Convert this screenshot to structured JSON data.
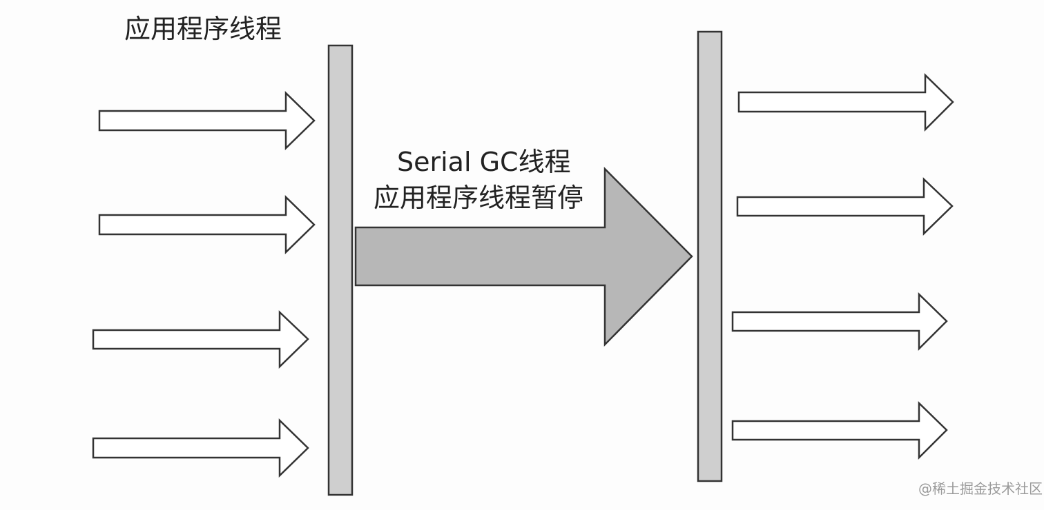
{
  "labels": {
    "app_threads_title": "应用程序线程",
    "gc_thread_line1": "Serial GC线程",
    "gc_thread_line2": "应用程序线程暂停"
  },
  "watermark": "@稀土掘金技术社区",
  "colors": {
    "background": "#fdfdfd",
    "bar_fill": "#cfcfcf",
    "gc_arrow_fill": "#b7b7b7",
    "outline": "#333333",
    "hollow_arrow_fill": "#ffffff"
  }
}
